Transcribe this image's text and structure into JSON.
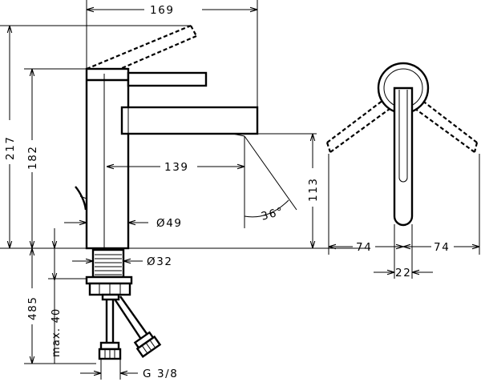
{
  "dimensions": {
    "total_width": "169",
    "total_height": "217",
    "spout_top_height": "182",
    "spout_reach": "139",
    "spout_height": "113",
    "lever_angle": "36°",
    "body_diameter": "Ø49",
    "shank_diameter": "Ø32",
    "hose_length": "485",
    "max_thickness": "max. 40",
    "connection": "G 3/8",
    "lever_swing_left": "74",
    "lever_swing_right": "74",
    "lever_width": "22"
  }
}
